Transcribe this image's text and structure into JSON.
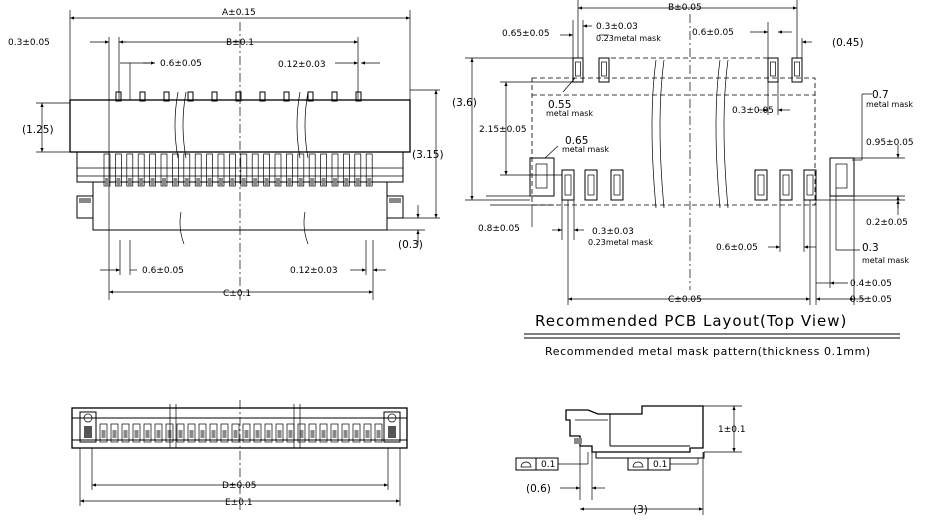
{
  "front_view": {
    "dim_A": "A±0.15",
    "dim_B": "B±0.1",
    "dim_C": "C±0.1",
    "dim_03": "0.3±0.05",
    "dim_06_top": "0.6±0.05",
    "dim_012_top": "0.12±0.03",
    "dim_125": "(1.25)",
    "dim_315": "(3.15)",
    "dim_03_ref": "(0.3)",
    "dim_06_bottom": "0.6±0.05",
    "dim_012_bottom": "0.12±0.03"
  },
  "pcb_layout": {
    "dim_B": "B±0.05",
    "dim_C": "C±0.05",
    "dim_065": "0.65±0.05",
    "dim_03_top": "0.3±0.03",
    "mask_023_top": "0.23metal mask",
    "dim_06_top": "0.6±0.05",
    "dim_045": "(0.45)",
    "dim_36": "(3.6)",
    "dim_055": "0.55",
    "mask_055": "metal mask",
    "dim_215": "2.15±0.05",
    "dim_03_mid": "0.3±0.05",
    "dim_07": "0.7",
    "mask_07": "metal mask",
    "dim_065_b": "0.65",
    "mask_065": "metal mask",
    "dim_095": "0.95±0.05",
    "dim_08": "0.8±0.05",
    "dim_03_bottom": "0.3±0.03",
    "mask_023_bottom": "0.23metal mask",
    "dim_06_bottom": "0.6±0.05",
    "dim_02": "0.2±0.05",
    "dim_03_right": "0.3",
    "mask_03_right": "metal mask",
    "dim_04": "0.4±0.05",
    "dim_05": "0.5±0.05",
    "title": "Recommended  PCB  Layout(Top  View)",
    "subtitle": "Recommended  metal  mask  pattern(thickness  0.1mm)"
  },
  "bottom_view": {
    "dim_D": "D±0.05",
    "dim_E": "E±0.1"
  },
  "side_view": {
    "dim_1": "1±0.1",
    "flatness_1": "0.1",
    "flatness_2": "0.1",
    "dim_06_ref": "(0.6)",
    "dim_3_ref": "(3)"
  }
}
